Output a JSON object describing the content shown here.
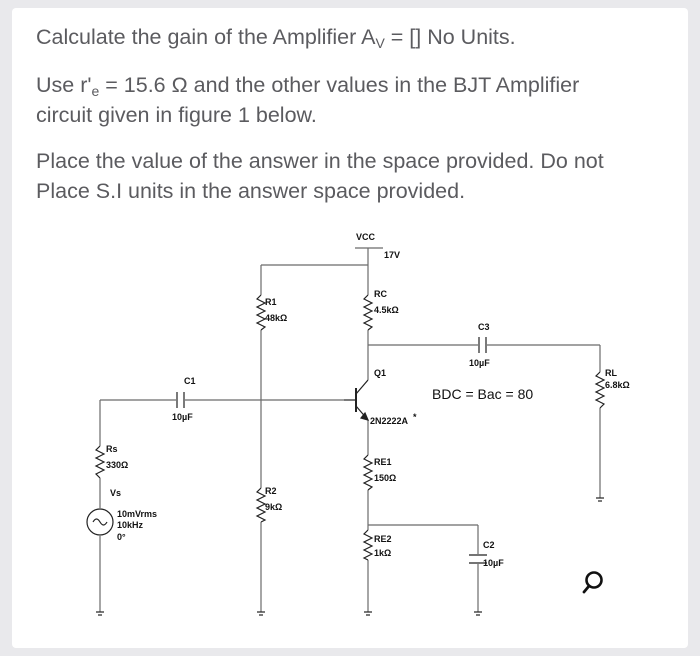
{
  "question": {
    "line1_a": "Calculate the gain of the Amplifier A",
    "line1_sub": "V",
    "line1_b": " = [] No Units.",
    "line2_a": "Use r'",
    "line2_sub": "e",
    "line2_b": " = 15.6 Ω and the other values in the BJT Amplifier circuit given in figure 1 below.",
    "line3": "Place the value of the answer in the space provided. Do not Place S.I units in the answer space provided."
  },
  "circuit": {
    "vcc_label": "VCC",
    "vcc_value": "17V",
    "rc_name": "RC",
    "rc_value": "4.5kΩ",
    "r1_name": "R1",
    "r1_value": "48kΩ",
    "r2_name": "R2",
    "r2_value": "9kΩ",
    "rs_name": "Rs",
    "rs_value": "330Ω",
    "vs_name": "Vs",
    "vs_amp": "10mVrms",
    "vs_freq": "10kHz",
    "vs_phase": "0°",
    "c1_name": "C1",
    "c1_value": "10µF",
    "c3_name": "C3",
    "c3_value": "10µF",
    "c2_name": "C2",
    "c2_value": "10µF",
    "q1_name": "Q1",
    "q1_part": "2N2222A",
    "q1_star": "*",
    "re1_name": "RE1",
    "re1_value": "150Ω",
    "re2_name": "RE2",
    "re2_value": "1kΩ",
    "rl_name": "RL",
    "rl_value": "6.8kΩ",
    "beta_text": "BDC = Bac = 80"
  },
  "icons": {
    "zoom": "search-icon"
  }
}
